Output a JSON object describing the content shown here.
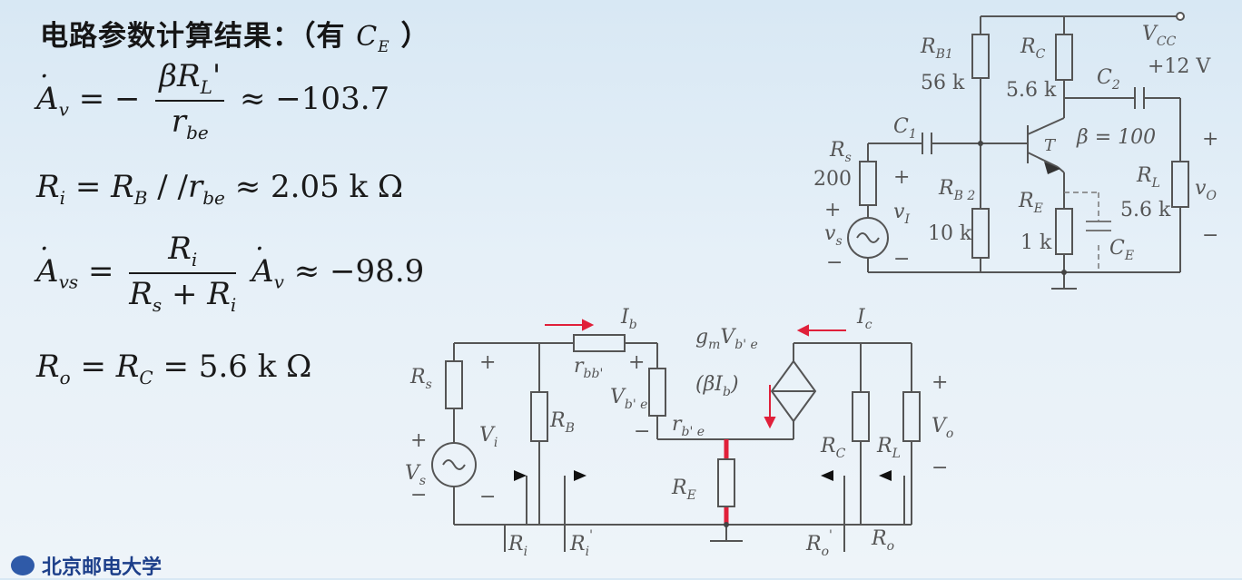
{
  "title": {
    "text": "电路参数计算结果：（有",
    "ce_main": "C",
    "ce_sub": "E",
    "close": "）"
  },
  "equations": {
    "av": {
      "lhs": "A",
      "lhs_sub": "v",
      "eq": "= −",
      "num_main": "βR",
      "num_sub": "L",
      "num_prime": "'",
      "den_main": "r",
      "den_sub": "be",
      "result": "≈ −103.7"
    },
    "ri": {
      "lhs": "R",
      "lhs_sub": "i",
      "eq": "=",
      "b": "R",
      "b_sub": "B",
      "par": "/ /",
      "r": "r",
      "r_sub": "be",
      "result": "≈ 2.05 k Ω"
    },
    "avs": {
      "lhs": "A",
      "lhs_sub": "vs",
      "eq": "=",
      "num_main": "R",
      "num_sub": "i",
      "den1": "R",
      "den1_sub": "s",
      "plus": "+",
      "den2": "R",
      "den2_sub": "i",
      "av": "A",
      "av_sub": "v",
      "result": "≈ −98.9"
    },
    "ro": {
      "lhs": "R",
      "lhs_sub": "o",
      "eq": "=",
      "rc": "R",
      "rc_sub": "C",
      "result": "= 5.6 k Ω"
    }
  },
  "circuit_top": {
    "rb1": "R",
    "rb1_sub": "B1",
    "rb1_val": "56 k",
    "rc": "R",
    "rc_sub": "C",
    "rc_val": "5.6 k",
    "vcc": "V",
    "vcc_sub": "CC",
    "vcc_val": "+12 V",
    "c2": "C",
    "c2_sub": "2",
    "c1": "C",
    "c1_sub": "1",
    "t": "T",
    "beta": "β = 100",
    "rs": "R",
    "rs_sub": "s",
    "rs_val": "200",
    "plus1": "+",
    "plus2": "+",
    "plus3": "+",
    "vi": "v",
    "vi_sub": "I",
    "vs": "v",
    "vs_sub": "s",
    "minus1": "−",
    "minus2": "−",
    "minus3": "−",
    "rb2": "R",
    "rb2_sub": "B 2",
    "rb2_val": "10 k",
    "re": "R",
    "re_sub": "E",
    "re_val": "1 k",
    "rl": "R",
    "rl_sub": "L",
    "rl_val": "5.6 k",
    "vo": "v",
    "vo_sub": "O",
    "ce": "C",
    "ce_sub": "E"
  },
  "circuit_bottom": {
    "ib": "I",
    "ib_sub": "b",
    "gm": "g",
    "gm_sub": "m",
    "gm_v": "V",
    "gm_v_sub": "b' e",
    "ic": "I",
    "ic_sub": "c",
    "rs": "R",
    "rs_sub": "s",
    "plus1": "+",
    "plus2": "+",
    "plus3": "+",
    "plus4": "+",
    "rbb": "r",
    "rbb_sub": "bb'",
    "vbe": "V",
    "vbe_sub": "b' e",
    "beta_ib": "(βI",
    "beta_ib_sub": "b",
    "beta_ib_close": ")",
    "vi": "V",
    "vi_sub": "i",
    "rb": "R",
    "rb_sub": "B",
    "rbe": "r",
    "rbe_sub": "b' e",
    "minus1": "−",
    "minus2": "−",
    "minus3": "−",
    "minus4": "−",
    "vs": "V",
    "vs_sub": "s",
    "re": "R",
    "re_sub": "E",
    "rc": "R",
    "rc_sub": "C",
    "rl": "R",
    "rl_sub": "L",
    "vo": "V",
    "vo_sub": "o",
    "ri": "R",
    "ri_sub": "i",
    "ri2": "R",
    "ri2_sub": "i",
    "ri2_prime": "'",
    "ro2": "R",
    "ro2_sub": "o",
    "ro2_prime": "'",
    "ro": "R",
    "ro_sub": "o"
  },
  "footer": {
    "logo": "北京邮电大学"
  },
  "colors": {
    "accent_red": "#e0203a",
    "wire": "#555555",
    "logo_blue": "#1d3f8a"
  }
}
